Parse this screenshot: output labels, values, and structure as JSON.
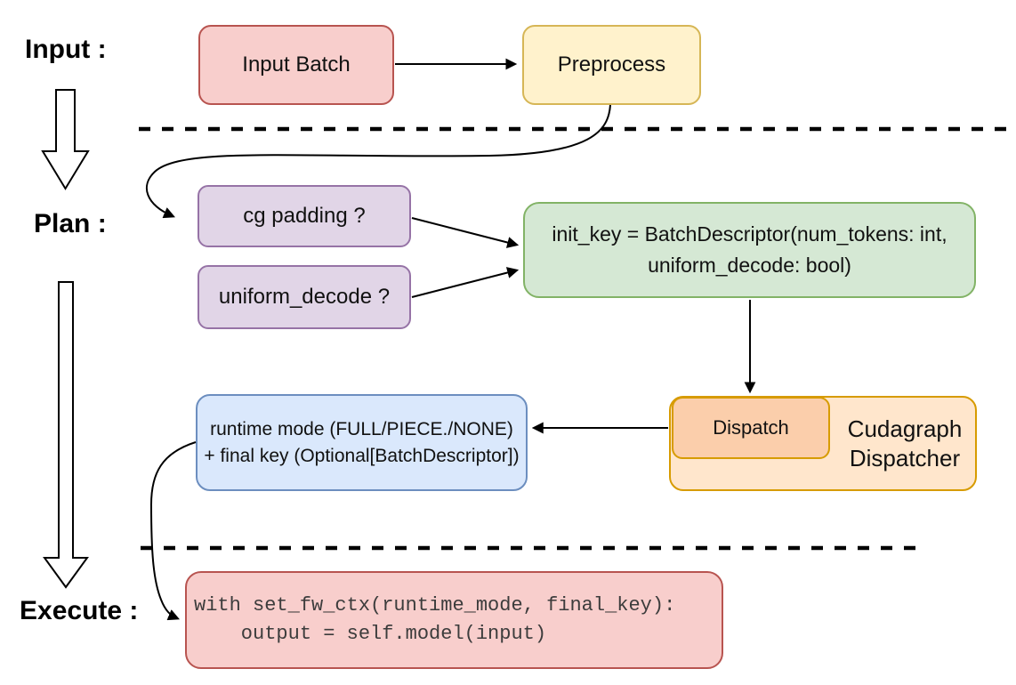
{
  "diagram": {
    "title_semantics": "cudagraph dispatch pipeline flowchart",
    "stage_labels": {
      "input": "Input :",
      "plan": "Plan :",
      "execute": "Execute :"
    },
    "nodes": {
      "input_batch": {
        "text": "Input Batch",
        "fill": "#f8cecc",
        "border": "#b85450"
      },
      "preprocess": {
        "text": "Preprocess",
        "fill": "#fff2cc",
        "border": "#d6b656"
      },
      "cg_padding": {
        "text": "cg padding ?",
        "fill": "#e1d5e7",
        "border": "#9673a6"
      },
      "uniform_decode": {
        "text": "uniform_decode ?",
        "fill": "#e1d5e7",
        "border": "#9673a6"
      },
      "init_key": {
        "line1": "init_key = BatchDescriptor(num_tokens: int,",
        "line2": "uniform_decode: bool)",
        "fill": "#d5e8d4",
        "border": "#82b366"
      },
      "dispatch": {
        "text": "Dispatch",
        "fill": "#fbceab",
        "border": "#d79b00"
      },
      "cudagraph_dispatcher": {
        "line1": "Cudagraph",
        "line2": "Dispatcher",
        "fill": "#ffe6cc",
        "border": "#d79b00"
      },
      "runtime_mode": {
        "line1": "runtime mode (FULL/PIECE./NONE)",
        "line2": "+ final key (Optional[BatchDescriptor])",
        "fill": "#dae8fc",
        "border": "#6c8ebf"
      },
      "execute_code": {
        "line1": "with set_fw_ctx(runtime_mode, final_key):",
        "line2": "    output = self.model(input)",
        "fill": "#f8cecc",
        "border": "#b85450"
      }
    },
    "connectors": [
      "input_batch -> preprocess",
      "preprocess -> plan section (curved)",
      "cg_padding -> init_key",
      "uniform_decode -> init_key",
      "init_key -> dispatch",
      "dispatch -> runtime_mode",
      "runtime_mode -> execute_code (curved)"
    ],
    "colors": {
      "arrow_stroke": "#000000",
      "divider_stroke": "#000000",
      "text": "#111111",
      "code_text": "#3c3c3c",
      "background": "#ffffff"
    }
  }
}
